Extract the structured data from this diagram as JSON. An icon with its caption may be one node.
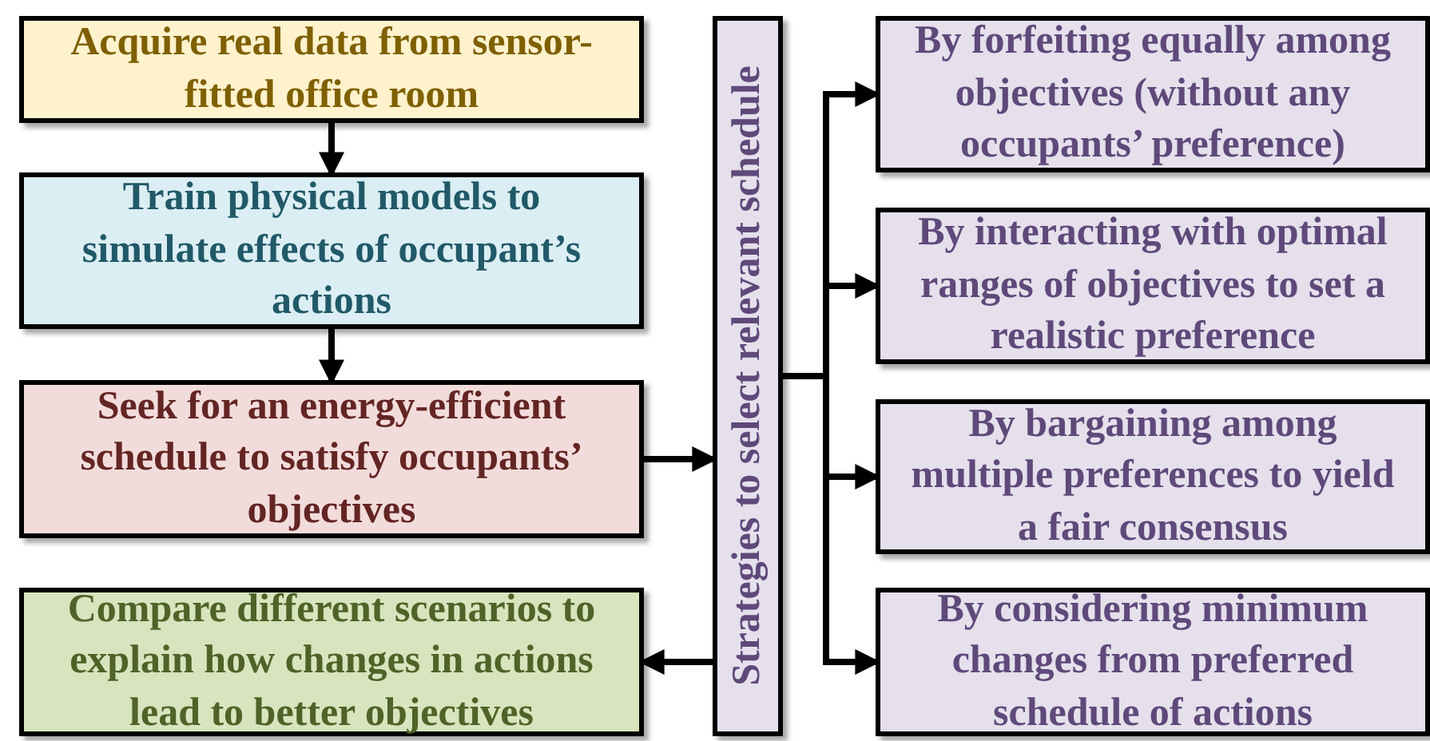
{
  "diagram": {
    "nodes": [
      {
        "text": [
          "Acquire real data from sensor-fitted office room"
        ]
      },
      {
        "text": [
          "Train physical models to simulate effects of occupant’s actions"
        ]
      },
      {
        "text": [
          "Seek for an energy-efficient schedule to satisfy occupants’ objectives"
        ]
      },
      {
        "text": [
          "Compare different scenarios to explain how changes in actions lead to better objectives"
        ]
      },
      {
        "text": [
          "Strategies to select relevant schedule"
        ]
      },
      {
        "text": [
          "By forfeiting equally among objectives (without any occupants’ preference)"
        ]
      },
      {
        "text": [
          "By interacting with optimal ranges of objectives to set a realistic preference"
        ]
      },
      {
        "text": [
          "By bargaining among multiple preferences to yield a fair consensus"
        ]
      },
      {
        "text": [
          "By considering minimum changes from preferred schedule of actions"
        ]
      }
    ],
    "edges": [
      {
        "from": 0,
        "to": 1,
        "arrow": "to"
      },
      {
        "from": 1,
        "to": 2,
        "arrow": "to"
      },
      {
        "from": 2,
        "to": 4,
        "arrow": "to"
      },
      {
        "from": 4,
        "to": 3,
        "arrow": "to"
      },
      {
        "from": 4,
        "to": 5,
        "arrow": "to"
      },
      {
        "from": 4,
        "to": 6,
        "arrow": "to"
      },
      {
        "from": 4,
        "to": 7,
        "arrow": "to"
      },
      {
        "from": 4,
        "to": 8,
        "arrow": "to"
      }
    ]
  }
}
